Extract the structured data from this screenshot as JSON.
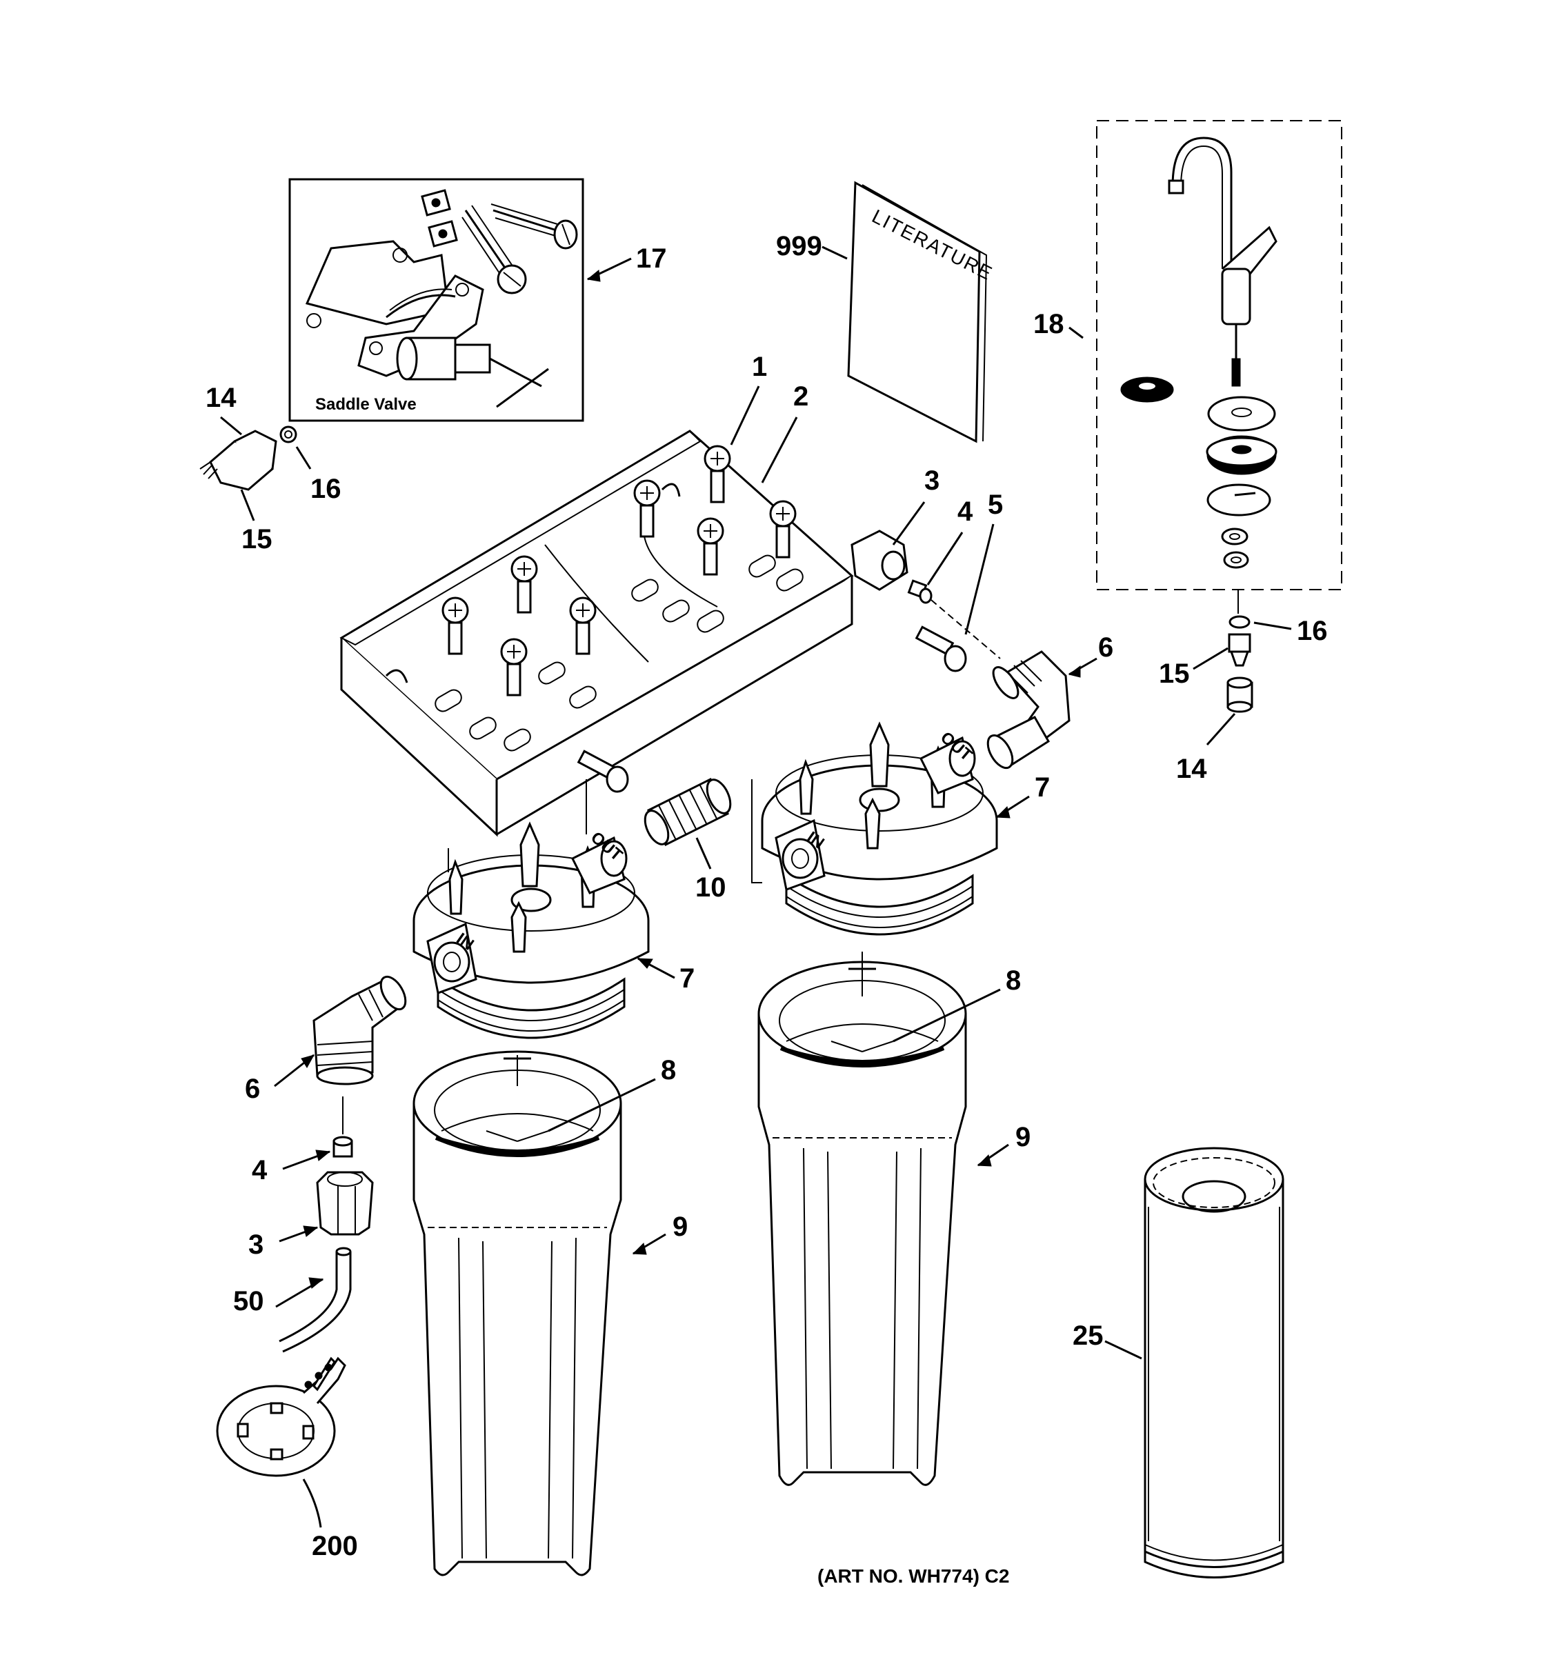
{
  "callouts": {
    "c1": "1",
    "c2": "2",
    "c3a": "3",
    "c4a": "4",
    "c5": "5",
    "c6a": "6",
    "c7a": "7",
    "c7b": "7",
    "c8a": "8",
    "c8b": "8",
    "c9a": "9",
    "c9b": "9",
    "c10": "10",
    "c14a": "14",
    "c15a": "15",
    "c16a": "16",
    "c17": "17",
    "c18": "18",
    "c14b": "14",
    "c15b": "15",
    "c16b": "16",
    "c6b": "6",
    "c4b": "4",
    "c3b": "3",
    "c50": "50",
    "c25": "25",
    "c200": "200",
    "c999": "999"
  },
  "labels": {
    "saddle_valve": "Saddle Valve",
    "literature": "LITERATURE",
    "in_left": "IN",
    "out_left": "OUT",
    "in_right": "IN",
    "out_right": "OUT",
    "art_no": "(ART NO. WH774) C2"
  }
}
